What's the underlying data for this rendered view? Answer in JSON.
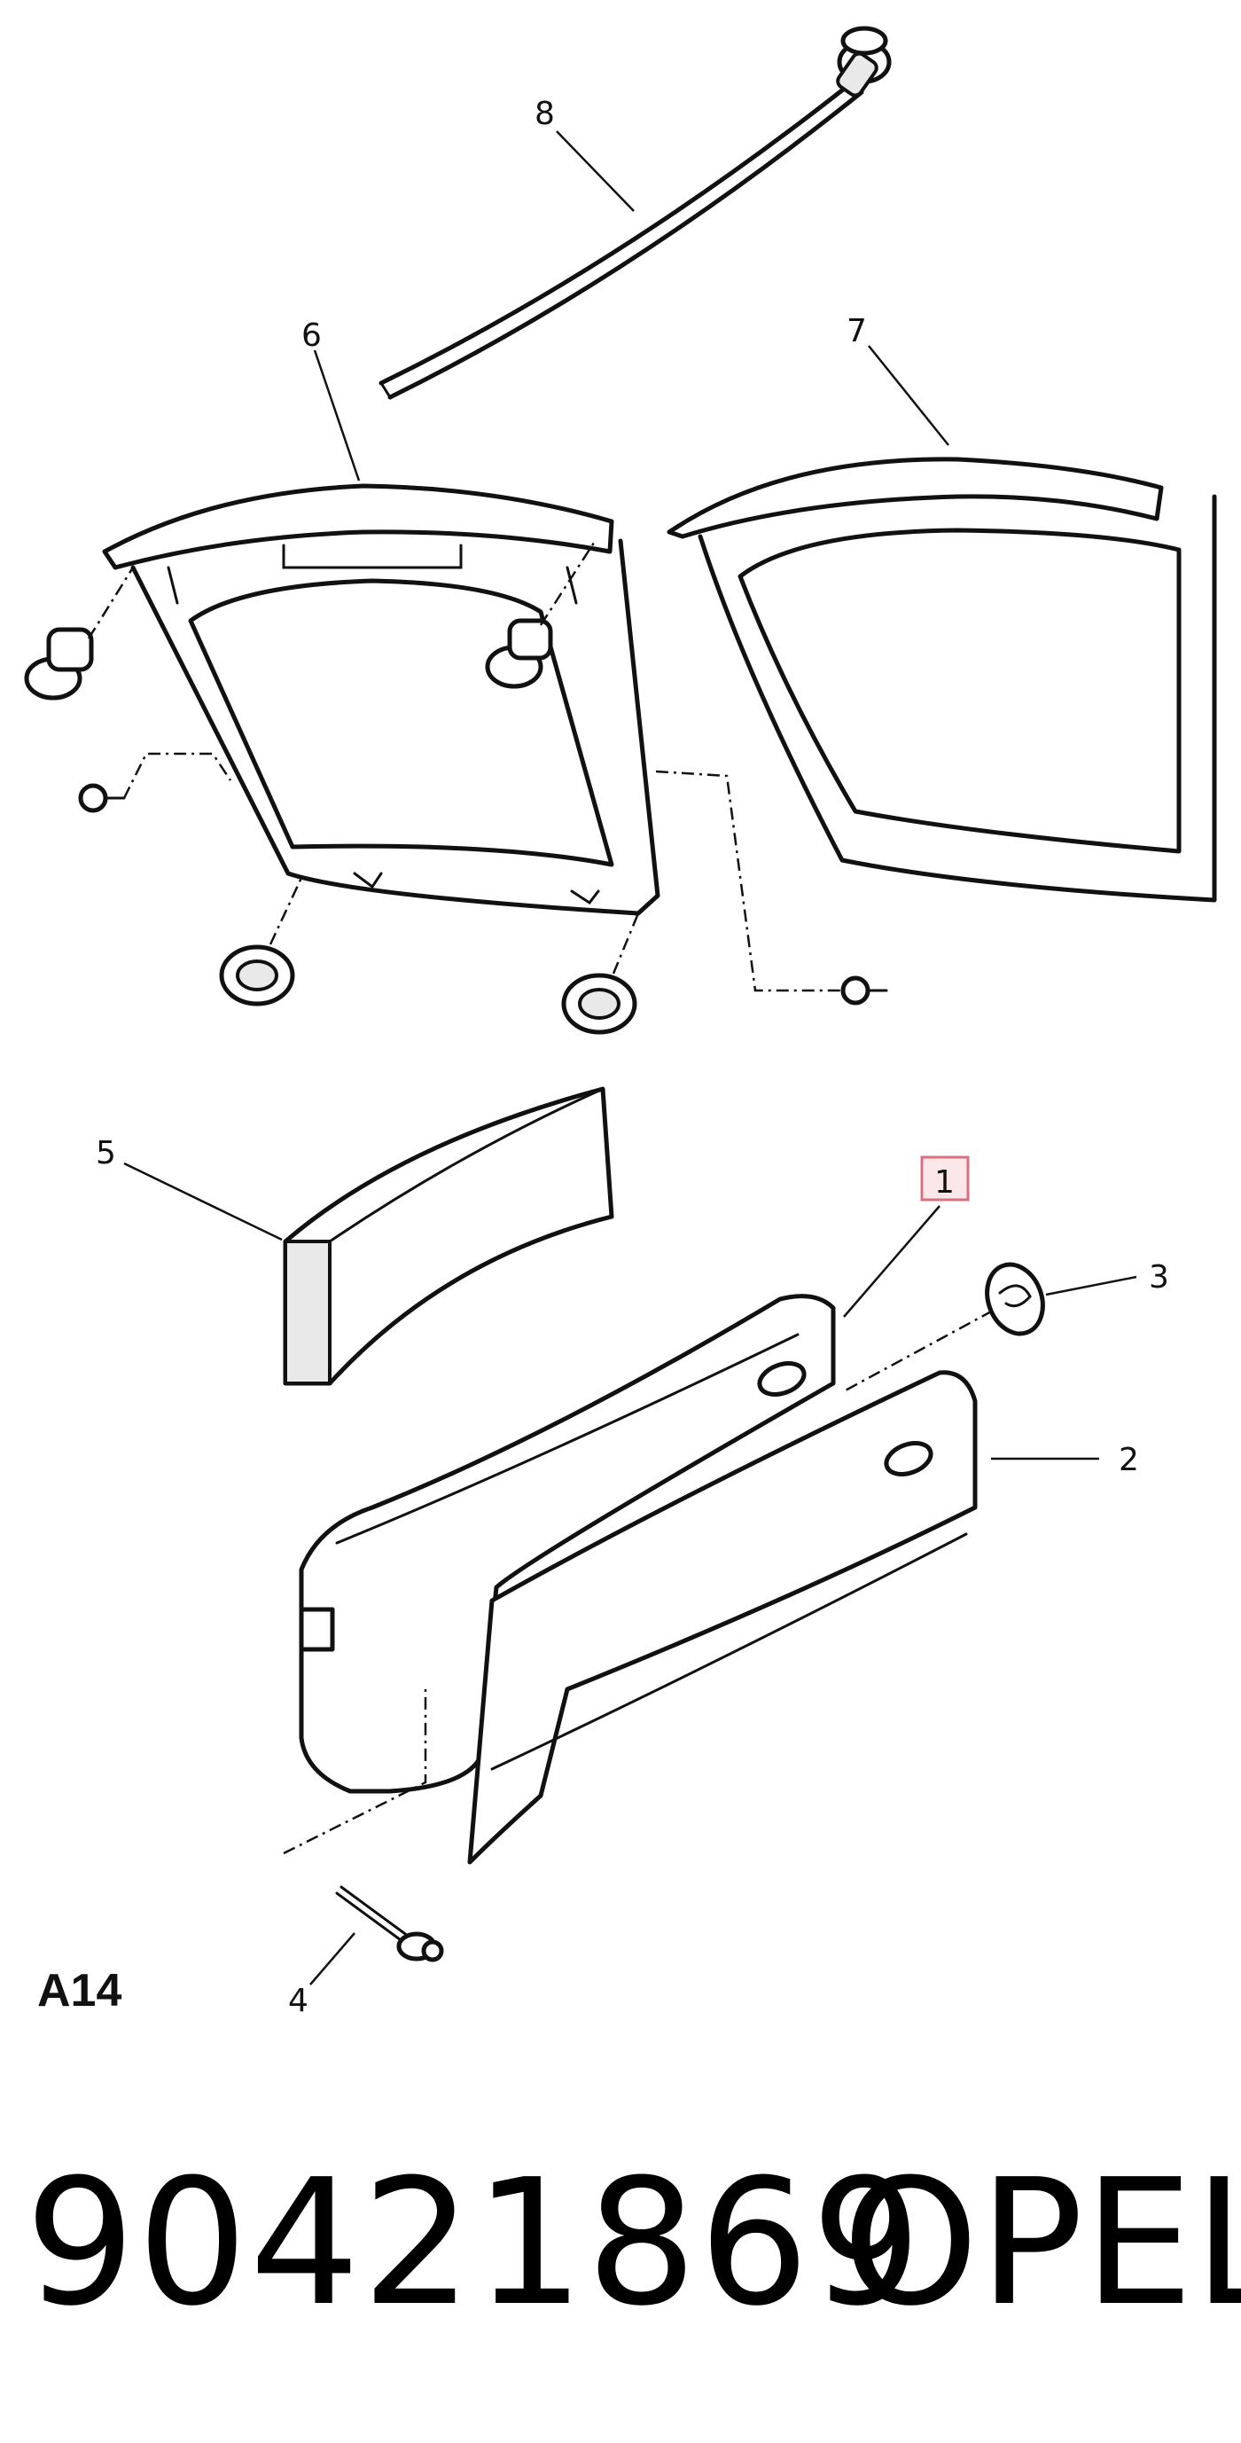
{
  "diagram": {
    "callouts": {
      "c1": "1",
      "c2": "2",
      "c3": "3",
      "c4": "4",
      "c5": "5",
      "c6": "6",
      "c7": "7",
      "c8": "8"
    },
    "highlighted_callout": "1",
    "sheet_code": "A14"
  },
  "footer": {
    "part_number": "90421869",
    "brand": "OPEL"
  },
  "colors": {
    "line": "#111111",
    "highlight_fill": "#fbe7ea",
    "highlight_border": "#d9707f",
    "background": "#ffffff"
  }
}
